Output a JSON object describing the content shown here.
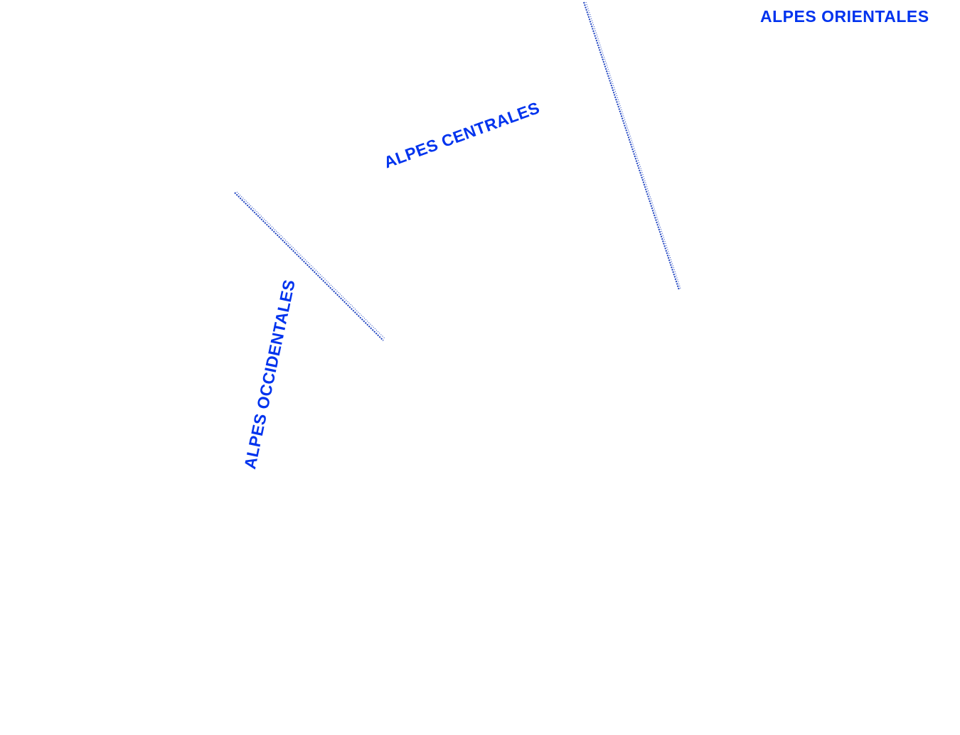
{
  "map": {
    "label_color": "#0033ee",
    "boundary_color": "#1a3fbf",
    "regions": [
      {
        "id": "orientales",
        "name": "ALPES ORIENTALES"
      },
      {
        "id": "centrales",
        "name": "ALPES CENTRALES"
      },
      {
        "id": "occidentales",
        "name": "ALPES OCCIDENTALES"
      }
    ],
    "boundaries": [
      {
        "id": "west-central",
        "between": [
          "ALPES OCCIDENTALES",
          "ALPES CENTRALES"
        ]
      },
      {
        "id": "central-east",
        "between": [
          "ALPES CENTRALES",
          "ALPES ORIENTALES"
        ]
      }
    ]
  }
}
